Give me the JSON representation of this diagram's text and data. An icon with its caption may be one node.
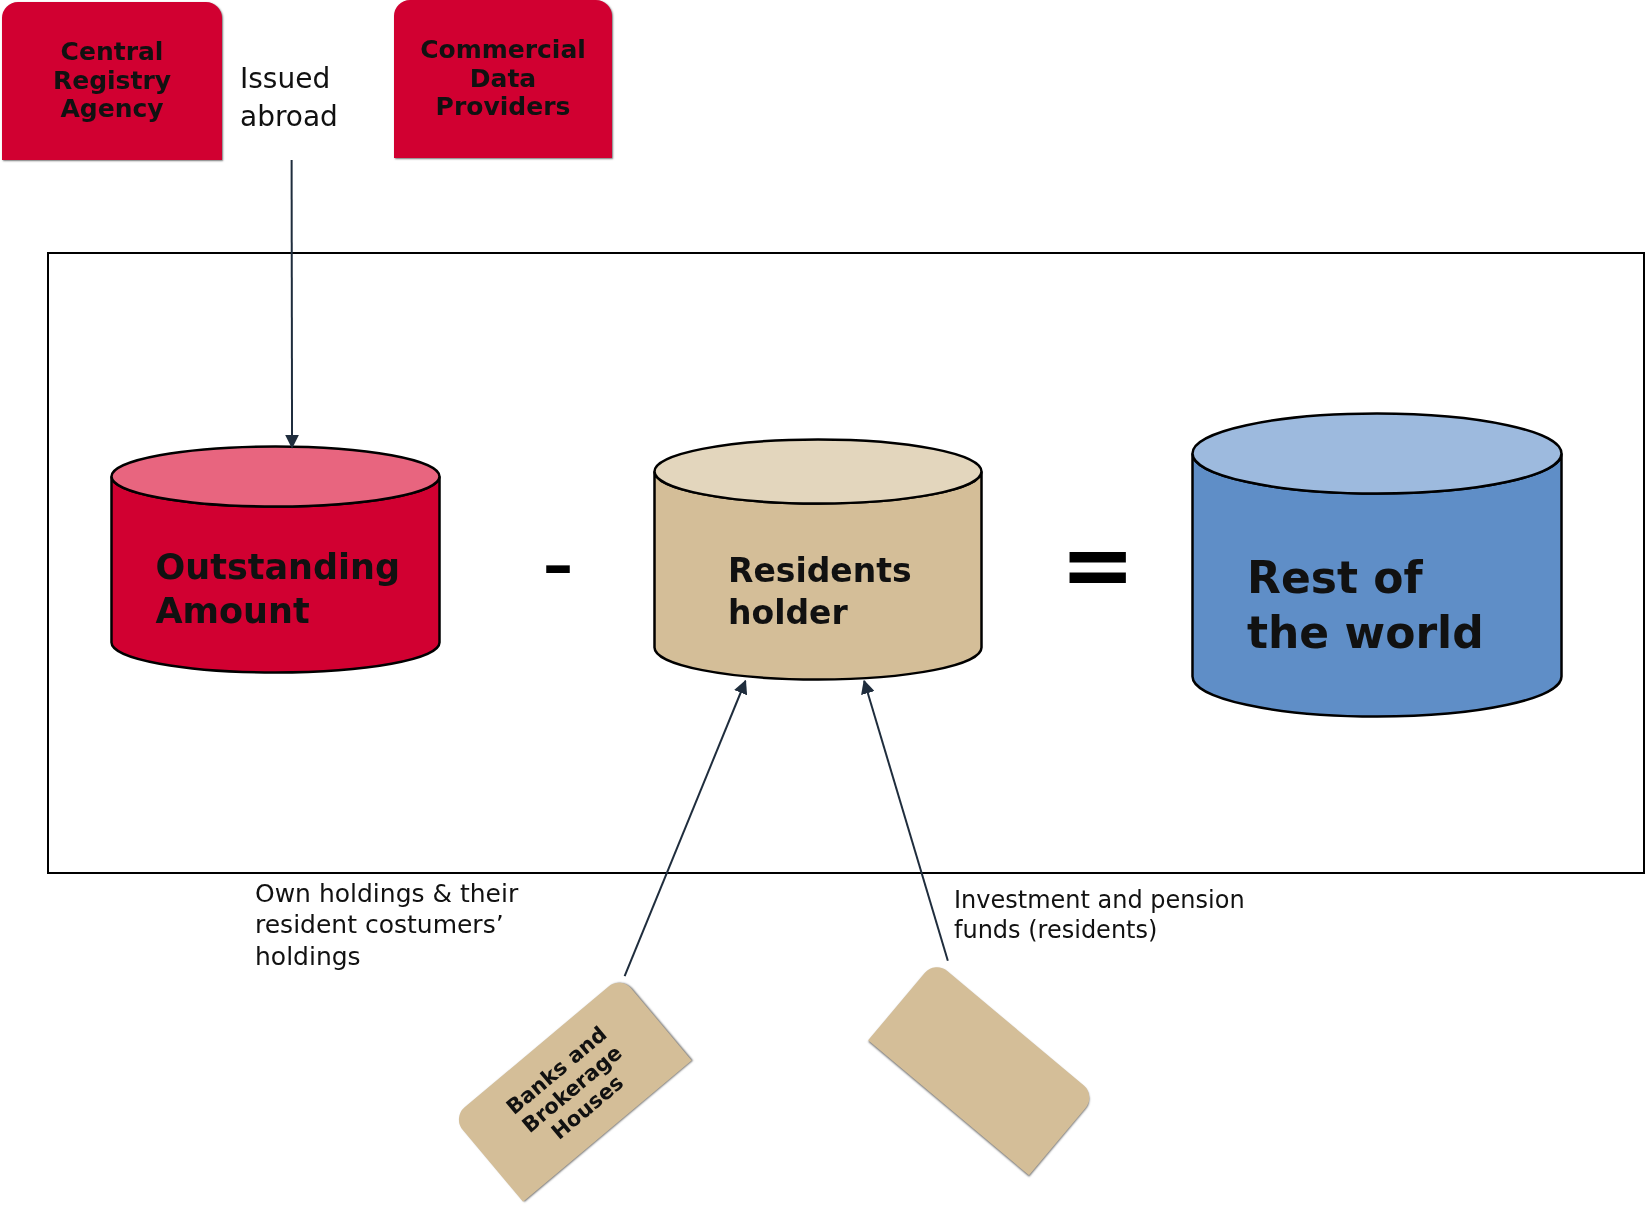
{
  "diagram": {
    "nodes": [
      {
        "text": [
          "Central Registry Agency"
        ]
      },
      {
        "text": [
          "Issued abroad"
        ]
      },
      {
        "text": [
          "Commercial Data Providers"
        ]
      },
      {
        "text": [],
        "shape": "box"
      },
      {
        "text": [
          "Outstanding Amount"
        ],
        "in": 3
      },
      {
        "text": [
          "Residents holder"
        ],
        "in": 3
      },
      {
        "text": [
          "Rest of the world"
        ],
        "in": 3
      },
      {
        "text": [
          "Banks and Brokerage Houses"
        ]
      },
      {
        "text": [],
        "shape": "box"
      }
    ],
    "edges": [
      {
        "from": 1,
        "to": 4,
        "arrow": "to"
      },
      {
        "from": 7,
        "to": 5,
        "arrow": "to",
        "label": "Own holdings & their resident costumers’ holdings"
      },
      {
        "from": 8,
        "to": 5,
        "arrow": "to",
        "label": "Investment and pension funds (residents)"
      }
    ],
    "labels": [
      "–",
      "="
    ]
  }
}
